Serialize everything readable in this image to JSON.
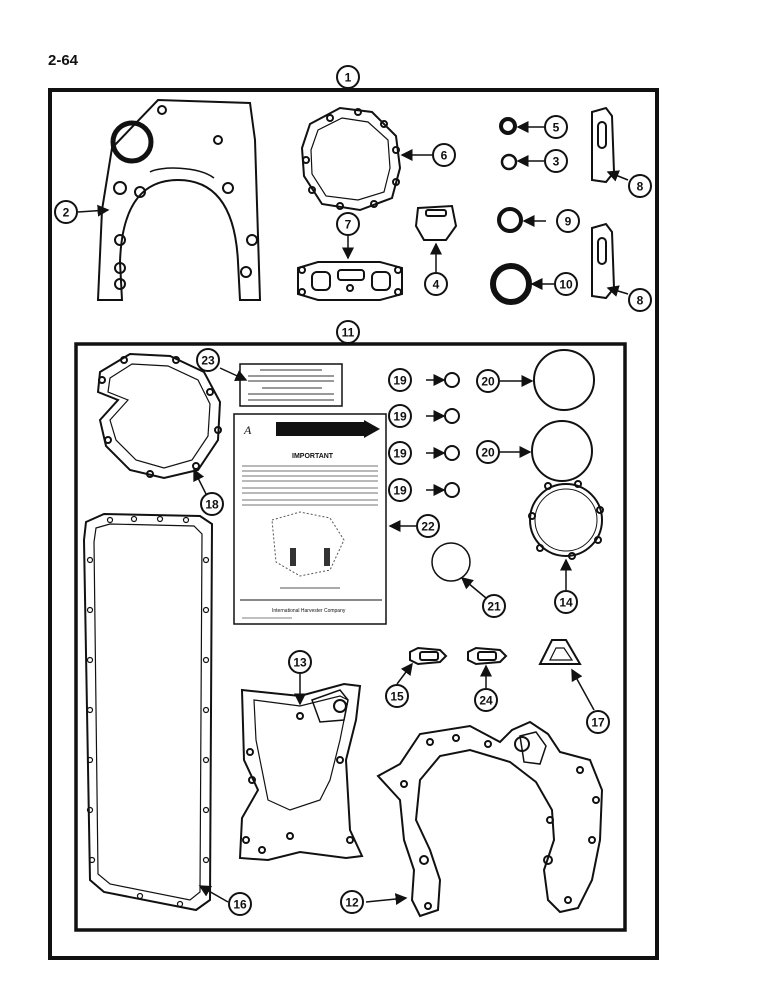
{
  "page": {
    "number": "2-64"
  },
  "callouts": {
    "c1": "1",
    "c2": "2",
    "c3": "3",
    "c4": "4",
    "c5": "5",
    "c6": "6",
    "c7": "7",
    "c8a": "8",
    "c8b": "8",
    "c9": "9",
    "c10": "10",
    "c11": "11",
    "c12": "12",
    "c13": "13",
    "c14": "14",
    "c15": "15",
    "c16": "16",
    "c17": "17",
    "c18": "18",
    "c19a": "19",
    "c19b": "19",
    "c19c": "19",
    "c19d": "19",
    "c20a": "20",
    "c20b": "20",
    "c21": "21",
    "c22": "22",
    "c23": "23",
    "c24": "24"
  },
  "sheet": {
    "title": "IMPORTANT",
    "footer": "International Harvester Company"
  }
}
